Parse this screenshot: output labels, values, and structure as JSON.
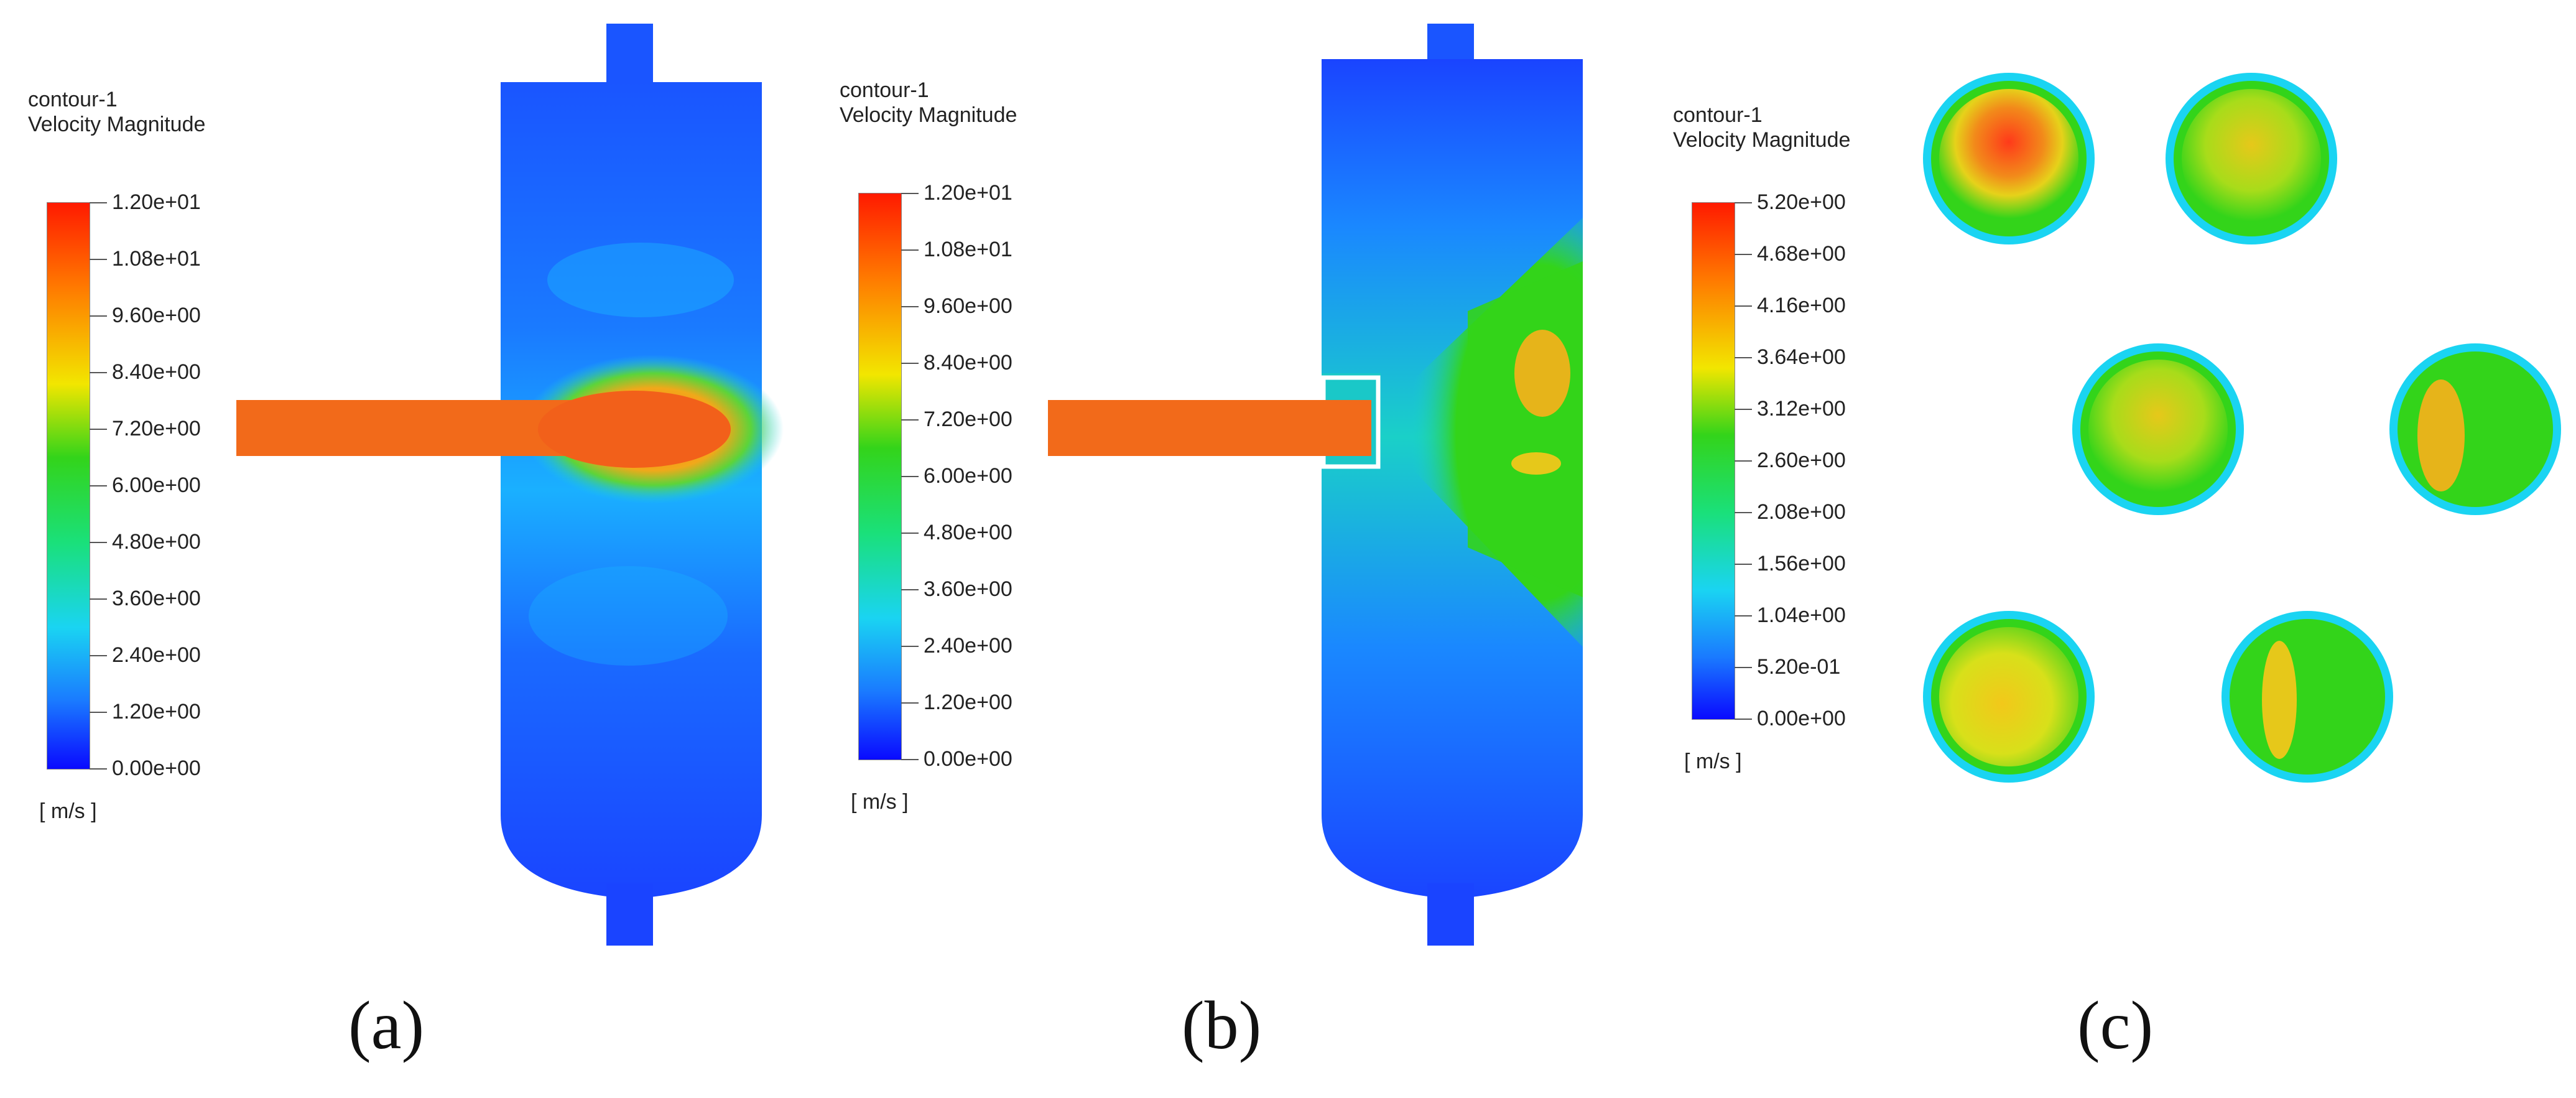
{
  "panels": [
    {
      "caption": "(a)",
      "legend": {
        "title": "contour-1",
        "subtitle": "Velocity Magnitude",
        "ticks": [
          "1.20e+01",
          "1.08e+01",
          "9.60e+00",
          "8.40e+00",
          "7.20e+00",
          "6.00e+00",
          "4.80e+00",
          "3.60e+00",
          "2.40e+00",
          "1.20e+00",
          "0.00e+00"
        ],
        "unit": "[ m/s ]"
      }
    },
    {
      "caption": "(b)",
      "legend": {
        "title": "contour-1",
        "subtitle": "Velocity Magnitude",
        "ticks": [
          "1.20e+01",
          "1.08e+01",
          "9.60e+00",
          "8.40e+00",
          "7.20e+00",
          "6.00e+00",
          "4.80e+00",
          "3.60e+00",
          "2.40e+00",
          "1.20e+00",
          "0.00e+00"
        ],
        "unit": "[ m/s ]"
      }
    },
    {
      "caption": "(c)",
      "legend": {
        "title": "contour-1",
        "subtitle": "Velocity Magnitude",
        "ticks": [
          "5.20e+00",
          "4.68e+00",
          "4.16e+00",
          "3.64e+00",
          "3.12e+00",
          "2.60e+00",
          "2.08e+00",
          "1.56e+00",
          "1.04e+00",
          "5.20e-01",
          "0.00e+00"
        ],
        "unit": "[ m/s ]"
      }
    }
  ],
  "colors": {
    "rainbow_top": "#ff0000",
    "rainbow_bottom": "#0000ff",
    "vessel_blue": "#1a4dff",
    "jet_orange": "#f2661a",
    "green": "#22d422",
    "cyan": "#1ab4ff",
    "yellow": "#dde81a"
  }
}
